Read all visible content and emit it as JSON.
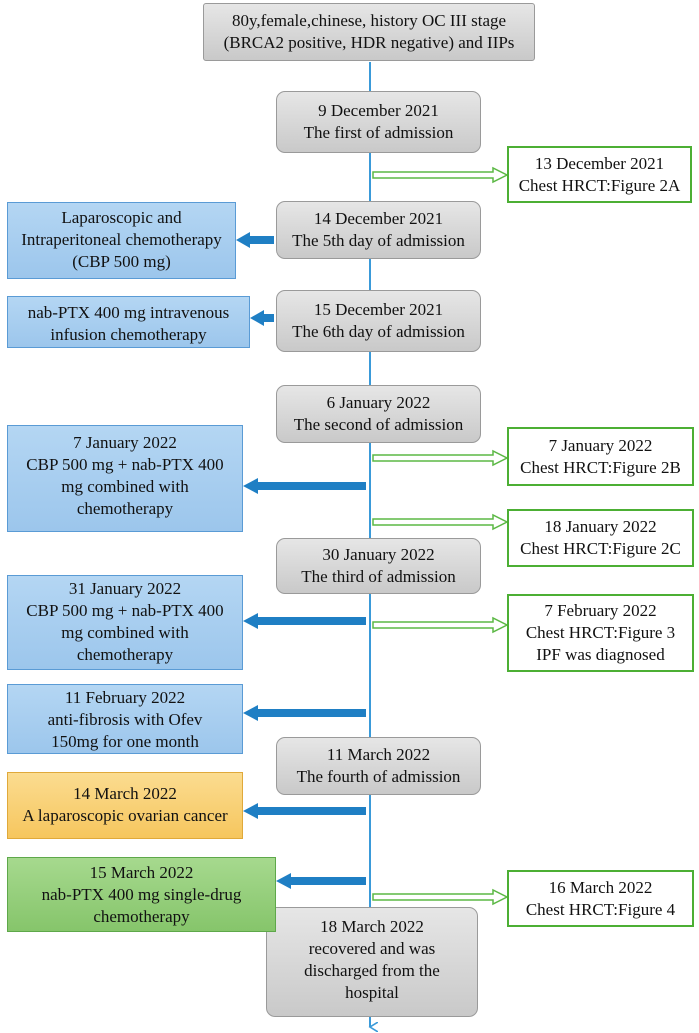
{
  "colors": {
    "timeline": "#3a9ad9",
    "left_arrow": "#1f7fc4",
    "right_arrow": "#5cb845"
  },
  "header": {
    "line1": "80y,female,chinese, history OC III stage",
    "line2": "(BRCA2 positive, HDR negative) and IIPs"
  },
  "admissions": [
    {
      "date": "9 December 2021",
      "text": "The first of admission"
    },
    {
      "date": "14 December 2021",
      "text": "The 5th day of admission"
    },
    {
      "date": "15 December 2021",
      "text": "The 6th day of admission"
    },
    {
      "date": "6 January 2022",
      "text": "The second of admission"
    },
    {
      "date": "30 January 2022",
      "text": "The third of admission"
    },
    {
      "date": "11 March 2022",
      "text": "The fourth of admission"
    }
  ],
  "discharge": {
    "date": "18 March 2022",
    "line1": "recovered and was",
    "line2": "discharged from the",
    "line3": "hospital"
  },
  "treatments": [
    {
      "lines": [
        "Laparoscopic and",
        "Intraperitoneal chemotherapy",
        "(CBP 500 mg)"
      ]
    },
    {
      "lines": [
        "nab-PTX 400 mg intravenous",
        "infusion chemotherapy"
      ]
    },
    {
      "lines": [
        "7 January 2022",
        "CBP 500 mg + nab-PTX 400",
        "mg combined with",
        "chemotherapy"
      ]
    },
    {
      "lines": [
        "31 January 2022",
        "CBP 500 mg + nab-PTX 400",
        "mg combined with",
        "chemotherapy"
      ]
    },
    {
      "lines": [
        "11 February 2022",
        "anti-fibrosis with Ofev",
        "150mg for one month"
      ]
    },
    {
      "lines": [
        "14 March 2022",
        "A laparoscopic ovarian cancer"
      ]
    },
    {
      "lines": [
        "15 March 2022",
        "nab-PTX 400 mg single-drug",
        "chemotherapy"
      ]
    }
  ],
  "findings": [
    {
      "lines": [
        "13 December 2021",
        "Chest HRCT:Figure 2A"
      ]
    },
    {
      "lines": [
        "7 January 2022",
        "Chest HRCT:Figure 2B"
      ]
    },
    {
      "lines": [
        "18 January 2022",
        "Chest HRCT:Figure 2C"
      ]
    },
    {
      "lines": [
        "7 February 2022",
        "Chest HRCT:Figure 3",
        "IPF was diagnosed"
      ]
    },
    {
      "lines": [
        "16 March 2022",
        "Chest HRCT:Figure 4"
      ]
    }
  ]
}
